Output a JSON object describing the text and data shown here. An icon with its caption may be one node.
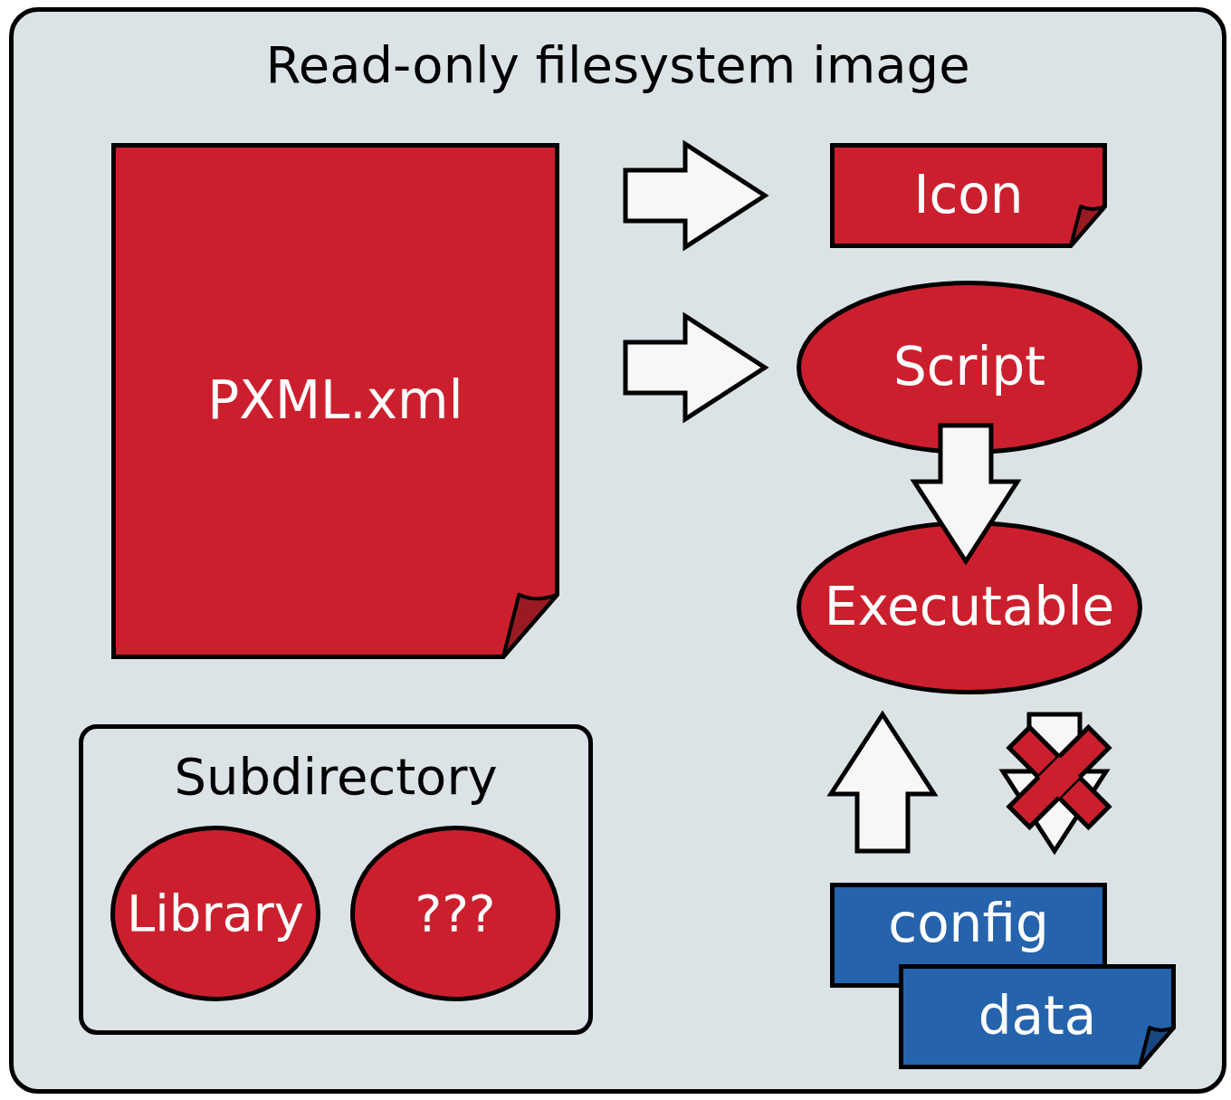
{
  "diagram": {
    "nodes": [
      {
        "text": [
          "Read-only filesystem image"
        ]
      },
      {
        "text": [
          "PXML.xml"
        ],
        "in": 0
      },
      {
        "text": [
          "Icon"
        ],
        "in": 0
      },
      {
        "text": [
          "Script"
        ],
        "in": 0
      },
      {
        "text": [
          "Executable"
        ],
        "in": 0
      },
      {
        "text": [
          "Subdirectory"
        ],
        "in": 0
      },
      {
        "text": [
          "Library"
        ],
        "in": 5
      },
      {
        "text": [
          "???"
        ],
        "in": 5
      },
      {
        "text": [
          "config"
        ],
        "in": 0
      },
      {
        "text": [
          "data"
        ],
        "in": 0
      }
    ],
    "edges": [
      {
        "from": 1,
        "to": 2,
        "arrow": "to"
      },
      {
        "from": 1,
        "to": 3,
        "arrow": "to"
      },
      {
        "from": 3,
        "to": 4,
        "arrow": "to"
      },
      {
        "from": 8,
        "to": 4,
        "arrow": "to"
      },
      {
        "from": 4,
        "to": 8,
        "arrow": "to"
      }
    ]
  }
}
